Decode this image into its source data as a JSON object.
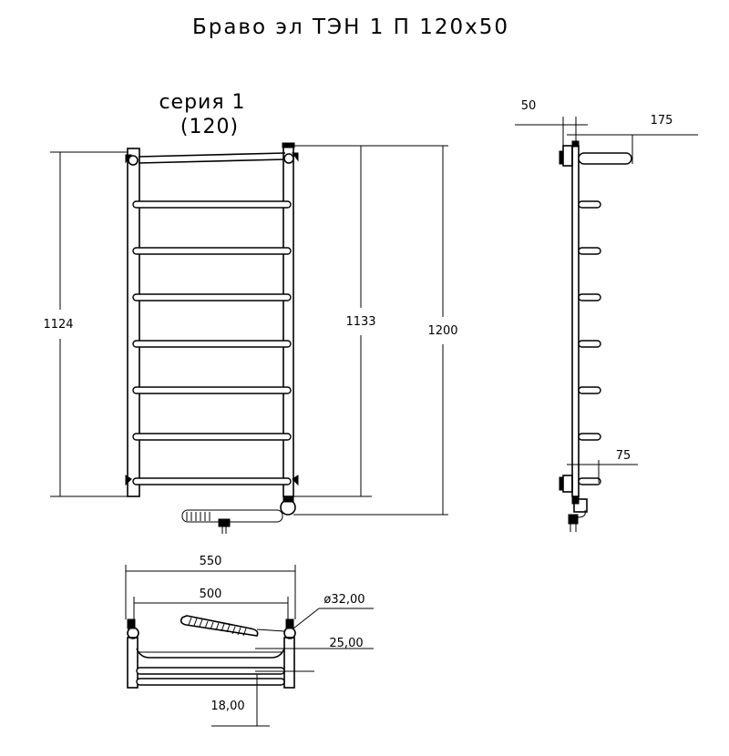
{
  "title": "Браво эл ТЭН 1 П 120х50",
  "series": {
    "line1": "серия 1",
    "line2": "(120)"
  },
  "front_view": {
    "dim_left": "1124",
    "dim_middle": "1133",
    "dim_right": "1200"
  },
  "side_view": {
    "dim_wall": "50",
    "dim_depth": "175",
    "dim_bottom": "75"
  },
  "top_view": {
    "dim_outer": "550",
    "dim_inner": "500",
    "dim_diameter": "ø32,00",
    "dim_offset": "25,00",
    "dim_small": "18,00"
  }
}
